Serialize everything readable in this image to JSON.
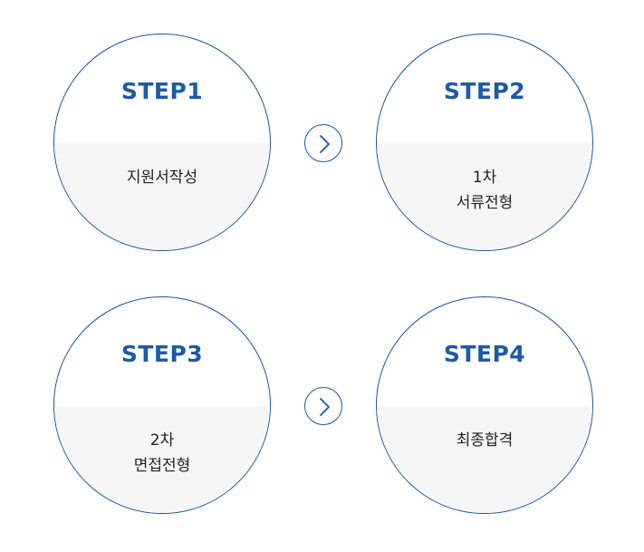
{
  "steps": [
    {
      "title": "STEP1",
      "lines": [
        "지원서작성"
      ]
    },
    {
      "title": "STEP2",
      "lines": [
        "1차",
        "서류전형"
      ]
    },
    {
      "title": "STEP3",
      "lines": [
        "2차",
        "면접전형"
      ]
    },
    {
      "title": "STEP4",
      "lines": [
        "최종합격"
      ]
    }
  ],
  "colors": {
    "accent": "#1d5ba6",
    "border": "#1a56a6",
    "lower_fill": "#f6f6f6",
    "text": "#222222"
  },
  "icons": {
    "connector": "chevron-right-icon"
  }
}
